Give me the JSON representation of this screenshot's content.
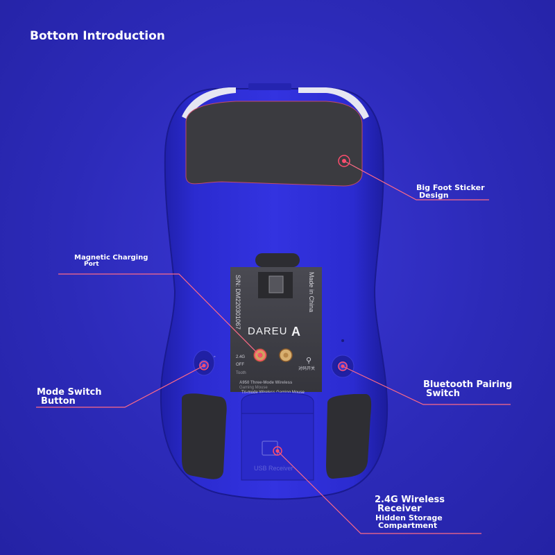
{
  "page": {
    "title": "Bottom Introduction"
  },
  "callouts": {
    "magnetic": [
      "Magnetic Charging",
      "Port"
    ],
    "bigfoot": [
      "Big Foot Sticker",
      "Design"
    ],
    "mode": [
      "Mode Switch",
      "Button"
    ],
    "bluetooth": [
      "Bluetooth Pairing",
      "Switch"
    ],
    "receiver": [
      "2.4G Wireless",
      "Receiver"
    ],
    "storage": [
      "Hidden Storage",
      "Compartment"
    ]
  },
  "plate": {
    "serial": "S/N: DM220301067",
    "made_in": "Made in China",
    "brand": "DAREU",
    "mode_24g": "2.4G",
    "mode_off": "OFF",
    "mode_tooth": "Tooth",
    "model_line1": "A950 Three-Mode Wireless",
    "model_line2": "Gaming Mouse",
    "model_line3": "Tri-mode Wireless Gaming Mouse",
    "pair_label": "对码开关",
    "usb_label": "USB Receiver"
  },
  "colors": {
    "background": "#2c2ab8",
    "mouse_body": "#2a2ad0",
    "callout_line": "#ff6b86",
    "marker": "#ff4d6d"
  }
}
